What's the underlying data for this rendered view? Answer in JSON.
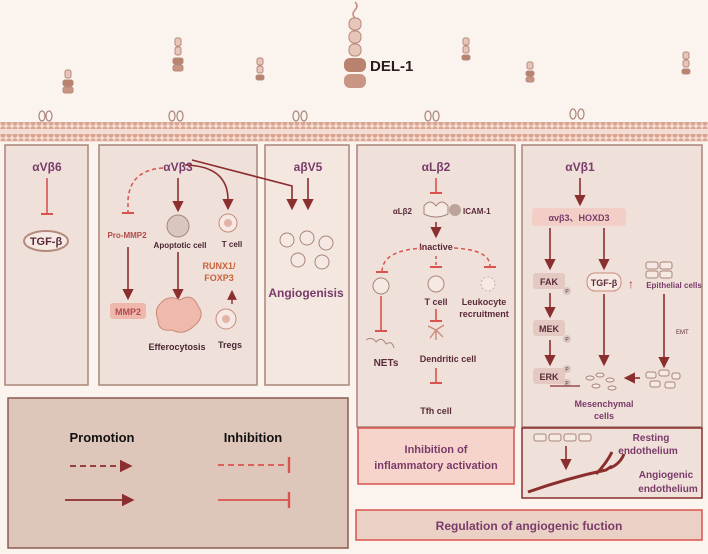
{
  "ligand": "DEL-1",
  "integrins": {
    "avb6": "αVβ6",
    "avb3": "αVβ3",
    "abv5": "aβV5",
    "alb2": "αLβ2",
    "avb1": "αVβ1"
  },
  "panel_avb6": {
    "target": "TGF-β"
  },
  "panel_avb3": {
    "pro_mmp2": "Pro-MMP2",
    "mmp2": "MMP2",
    "apoptotic_cell": "Apoptotic cell",
    "t_cell": "T cell",
    "runx1": "RUNX1/",
    "foxp3": "FOXP3",
    "efferocytosis": "Efferocytosis",
    "tregs": "Tregs"
  },
  "panel_abv5": {
    "outcome": "Angiogenisis"
  },
  "panel_alb2": {
    "alb2_small": "αLβ2",
    "icam1": "ICAM-1",
    "inactive": "Inactive",
    "nets": "NETs",
    "t_cell": "T cell",
    "leukocyte1": "Leukocyte",
    "leukocyte2": "recruitment",
    "dendritic": "Dendritic cell",
    "tfh": "Tfh cell",
    "summary1": "Inhibition of",
    "summary2": "inflammatory activation"
  },
  "panel_avb1": {
    "avb3_hoxd3": "αvβ3、HOXD3",
    "fak": "FAK",
    "tgfb": "TGF-β",
    "up_arrow": "↑",
    "epithelial": "Epithelial cells",
    "mek": "MEK",
    "emt": "EMT",
    "erk": "ERK",
    "p": "P",
    "mesenchymal1": "Mesenchymal",
    "mesenchymal2": "cells",
    "resting1": "Resting",
    "resting2": "endothelium",
    "angiogenic1": "Angiogenic",
    "angiogenic2": "endothelium"
  },
  "legend": {
    "promotion": "Promotion",
    "inhibition": "Inhibition"
  },
  "footer": "Regulation of  angiogenic fuction",
  "colors": {
    "arrow": "#8b2e2e",
    "inhibit": "#d9534f",
    "purple": "#7a3b6a",
    "panel": "#efe1d9",
    "membrane": "#d9a491"
  }
}
